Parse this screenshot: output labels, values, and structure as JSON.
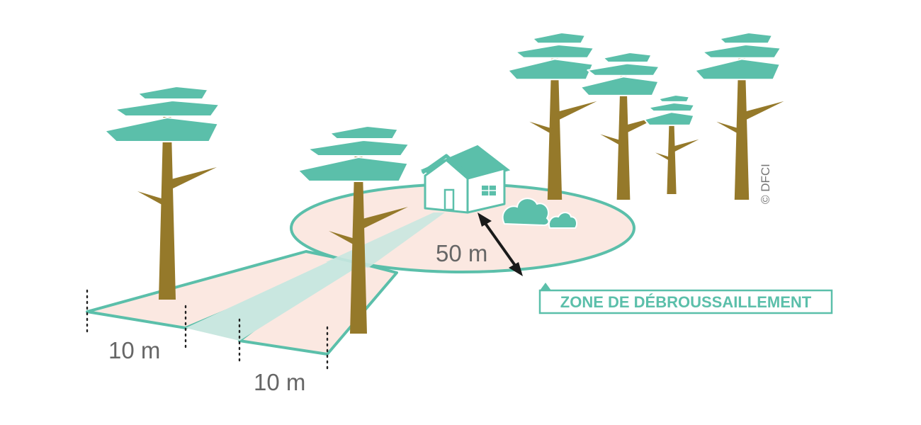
{
  "colors": {
    "teal": "#5bbfaa",
    "teal_light": "#c9e7e0",
    "pink": "#fbe8e1",
    "trunk": "#95792a",
    "label_gray": "#666666",
    "arrow": "#1a1a1a"
  },
  "labels": {
    "left_width": "10 m",
    "right_width": "10 m",
    "radius": "50 m",
    "zone": "ZONE DE DÉBROUSSAILLEMENT",
    "credit": "© DFCI"
  },
  "icons": {
    "house": "house-icon",
    "bushes": "bush-icon",
    "trees": "pine-tree-icon",
    "arrow": "double-arrow-icon"
  }
}
